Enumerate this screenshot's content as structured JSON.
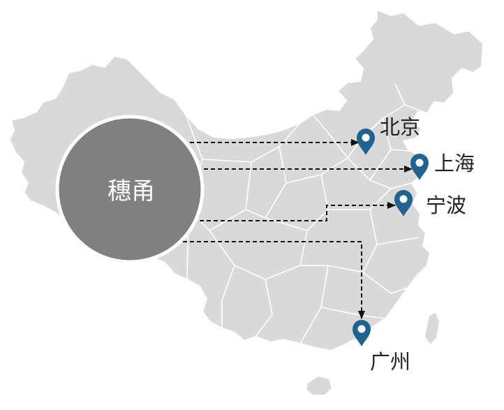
{
  "hub": {
    "label": "穗甬"
  },
  "cities": [
    {
      "id": "beijing",
      "label": "北京"
    },
    {
      "id": "shanghai",
      "label": "上海"
    },
    {
      "id": "ningbo",
      "label": "宁波"
    },
    {
      "id": "guangzhou",
      "label": "广州"
    }
  ],
  "colors": {
    "land": "#d9d9d9",
    "border": "#ffffff",
    "hub_fill": "#808080",
    "pin": "#1f6391",
    "route": "#111111"
  },
  "icons": {
    "pin": "map-pin-icon",
    "arrow": "arrowhead-icon"
  }
}
